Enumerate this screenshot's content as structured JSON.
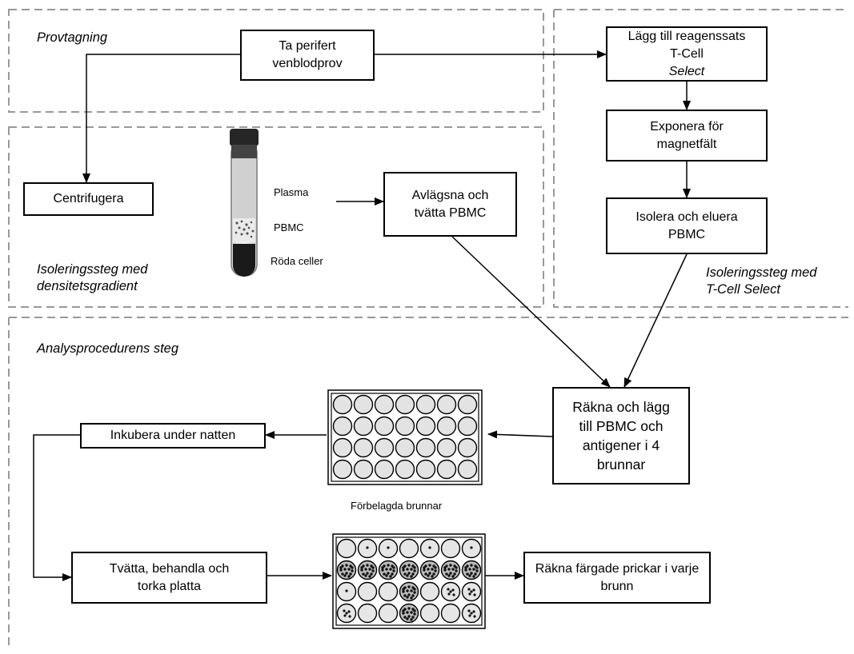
{
  "sections": {
    "sampling": "Provtagning",
    "density": [
      "Isoleringssteg med",
      "densitetsgradient"
    ],
    "tcell": [
      "Isoleringssteg med",
      "T-Cell Select"
    ],
    "analysis": "Analysprocedurens steg"
  },
  "boxes": {
    "blood_sample": [
      "Ta perifert",
      "venblodprov"
    ],
    "add_reagent": {
      "line1": "Lägg till reagenssats",
      "line2_prefix": "T-Cell ",
      "line2_italic": "Select"
    },
    "magnet": [
      "Exponera för",
      "magnetfält"
    ],
    "isolate": [
      "Isolera och eluera",
      "PBMC"
    ],
    "centrifuge": "Centrifugera",
    "remove_wash": [
      "Avlägsna och",
      "tvätta PBMC"
    ],
    "count_add": [
      "Räkna och lägg",
      "till PBMC och",
      "antigener i 4",
      "brunnar"
    ],
    "incubate": "Inkubera under natten",
    "wash_treat": [
      "Tvätta, behandla och",
      "torka platta"
    ],
    "count_spots": [
      "Räkna färgade prickar i varje",
      "brunn"
    ]
  },
  "tube_labels": {
    "plasma": "Plasma",
    "pbmc": "PBMC",
    "red_cells": "Röda celler"
  },
  "plate_caption": "Förbelagda brunnar",
  "spot_plate": {
    "cols": 7,
    "rows": [
      [
        0,
        1,
        1,
        0,
        1,
        0,
        1
      ],
      [
        3,
        3,
        3,
        3,
        3,
        3,
        3
      ],
      [
        1,
        0,
        0,
        3,
        0,
        2,
        2
      ],
      [
        2,
        0,
        0,
        3,
        0,
        0,
        2
      ]
    ]
  }
}
